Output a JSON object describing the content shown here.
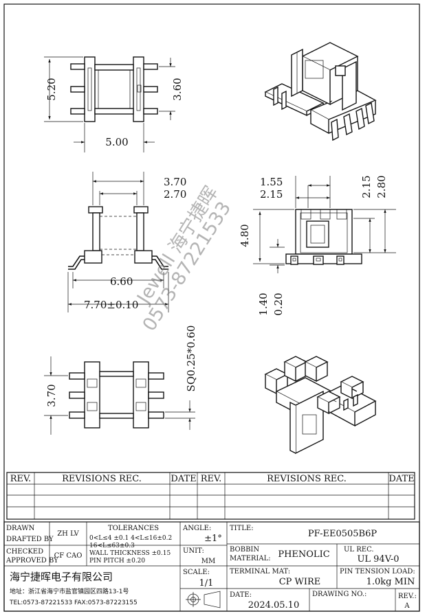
{
  "dimensions": {
    "d_5_20": "5.20",
    "d_3_60": "3.60",
    "d_5_00": "5.00",
    "d_3_70_top": "3.70",
    "d_2_70": "2.70",
    "d_6_60": "6.60",
    "d_7_70": "7.70±0.10",
    "d_1_55": "1.55",
    "d_2_15_h": "2.15",
    "d_2_15_v": "2.15",
    "d_2_80": "2.80",
    "d_4_80": "4.80",
    "d_1_40": "1.40",
    "d_0_20": "0.20",
    "d_sq": "SQ0.25*0.60",
    "d_3_70_bottom": "3.70"
  },
  "watermark": {
    "line1": "Jewell 海宁捷晖",
    "line2": "0573-87221533"
  },
  "revisions": {
    "rev_header": "REV.",
    "rec_header": "REVISIONS   REC.",
    "date_header": "DATE"
  },
  "title_block": {
    "drawn_label": "DRAWN",
    "drafted_label": "DRAFTED BY",
    "drafted_by": "ZH LV",
    "checked_label": "CHECKED",
    "approved_label": "APPROVED BY",
    "approved_by": "CF CAO",
    "tolerances_label": "TOLERANCES",
    "tol_line1": "0<L≤4 ±0.1  4<L≤16±0.2",
    "tol_line2": "16<L≤63±0.3",
    "tol_line3": "WALL THICKNESS ±0.15",
    "tol_line4": "PIN PITCH ±0.20",
    "angle_label": "ANGLE:",
    "angle_value": "±1°",
    "unit_label": "UNIT:",
    "unit_value": "MM",
    "scale_label": "SCALE:",
    "scale_value": "1/1",
    "title_label": "TITLE:",
    "title_value": "PF-EE0505B6P",
    "bobbin_label_1": "BOBBIN",
    "bobbin_label_2": "MATERIAL:",
    "bobbin_value": "PHENOLIC",
    "ul_label": "UL REC.",
    "ul_value": "UL 94V-0",
    "terminal_label": "TERMINAL MAT:",
    "terminal_value": "CP WIRE",
    "pin_tension_label": "PIN TENSION LOAD:",
    "pin_tension_value": "1.0kg MIN",
    "date_label": "DATE:",
    "date_value": "2024.05.10",
    "drawing_no_label": "DRAWING NO.:",
    "rev_label": "REV.:",
    "rev_value": "A",
    "company_name": "海宁捷晖电子有限公司",
    "address": "地址：浙江省海宁市盐官镇园区四路13-1号",
    "contact": "TEL:0573-87221533  FAX:0573-87223155"
  }
}
